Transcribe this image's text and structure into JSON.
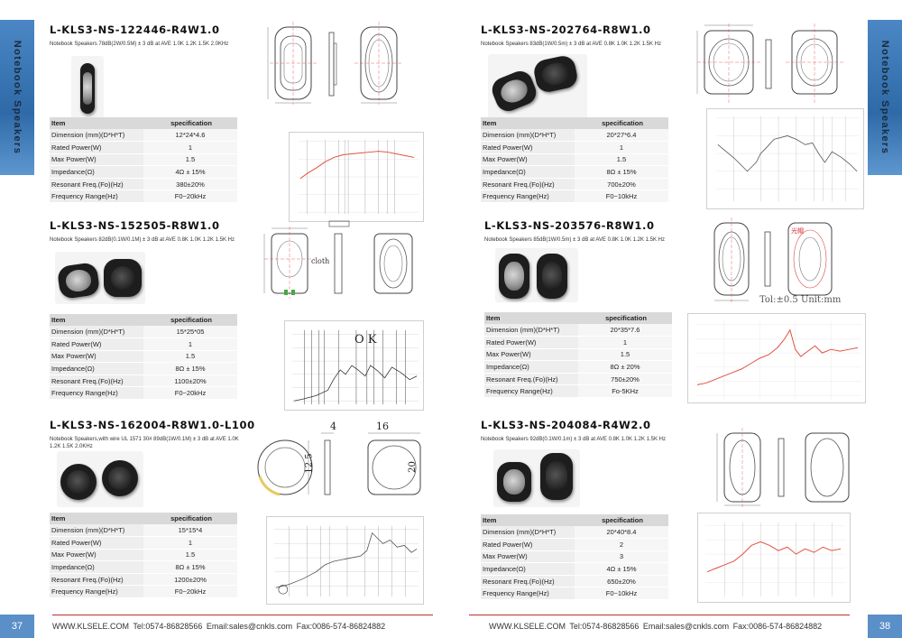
{
  "side_tab": {
    "left": "Notebook Speakers",
    "right": "Notebook Speakers"
  },
  "table_header": {
    "item": "Item",
    "spec": "specification"
  },
  "spec_keys": [
    "Dimension (mm)(D*H*T)",
    "Rated Power(W)",
    "Max Power(W)",
    "Impedance(Ω)",
    "Resonant Freq.(Fo)(Hz)",
    "Frequency Range(Hz)"
  ],
  "products": [
    {
      "title": "L-KLS3-NS-122446-R4W1.0",
      "desc": "Notebook Speakers    78dB(2W/0.5M) ± 3 dB at AVE 1.0K 1.2K 1.5K 2.0KHz",
      "specs": [
        "12*24*4.6",
        "1",
        "1.5",
        "4Ω ± 15%",
        "380±20%",
        "F0~20kHz"
      ]
    },
    {
      "title": "L-KLS3-NS-202764-R8W1.0",
      "desc": "Notebook Speakers    83dB(1W/0.5m) ± 3 dB at AVE 0.8K 1.0K 1.2K 1.5K Hz",
      "specs": [
        "20*27*6.4",
        "1",
        "1.5",
        "8Ω ± 15%",
        "700±20%",
        "F0~10kHz"
      ]
    },
    {
      "title": "L-KLS3-NS-152505-R8W1.0",
      "desc": "Notebook Speakers    82dB(0.1W/0.1M) ± 3 dB at AVE 0.8K 1.0K 1.2K 1.5K Hz",
      "specs": [
        "15*25*05",
        "1",
        "1.5",
        "8Ω ± 15%",
        "1100±20%",
        "F0~20kHz"
      ]
    },
    {
      "title": "L-KLS3-NS-203576-R8W1.0",
      "desc": "Notebook Speakers    85dB(1W/0.5m) ± 3 dB at AVE 0.8K 1.0K 1.2K 1.5K Hz",
      "specs": [
        "20*35*7.6",
        "1",
        "1.5",
        "8Ω ± 20%",
        "750±20%",
        "Fo-5KHz"
      ]
    },
    {
      "title": "L-KLS3-NS-162004-R8W1.0-L100",
      "desc": "Notebook Speakers,with wire UL 1571 30#    89dB(1W/0.1M) ± 3 dB at AVE 1.0K 1.2K 1.5K 2.0KHz",
      "specs": [
        "15*15*4",
        "1",
        "1.5",
        "8Ω ± 15%",
        "1200±20%",
        "F0~20kHz"
      ]
    },
    {
      "title": "L-KLS3-NS-204084-R4W2.0",
      "desc": "Notebook Speakers    92dB(0.1W/0.1m) ± 3 dB at AVE 0.8K 1.0K 1.2K 1.5K Hz",
      "specs": [
        "20*40*8.4",
        "2",
        "3",
        "4Ω ± 15%",
        "650±20%",
        "F0~10kHz"
      ]
    }
  ],
  "drawing_labels": {
    "cloth": "cloth",
    "ok": "O K",
    "tol": "Tol:±0.5 Unit:mm",
    "red_note": "光帽",
    "dim4": "4",
    "dim16": "16",
    "dim12_5": "12.5",
    "dim20": "20"
  },
  "footer": {
    "page_left": "37",
    "page_right": "38",
    "left_text": "WWW.KLSELE.COM    Tel:0574-86828566    Email:sales@cnkls.com    Fax:0086-574-86824882",
    "right_text": "WWW.KLSELE.COM    Tel:0574-86828566    Email:sales@cnkls.com    Fax:0086-574-86824882"
  },
  "colors": {
    "accent_blue": "#4a87c4",
    "footer_line": "#c03030",
    "curve_red": "#e05040",
    "table_header": "#d9d9d9"
  }
}
